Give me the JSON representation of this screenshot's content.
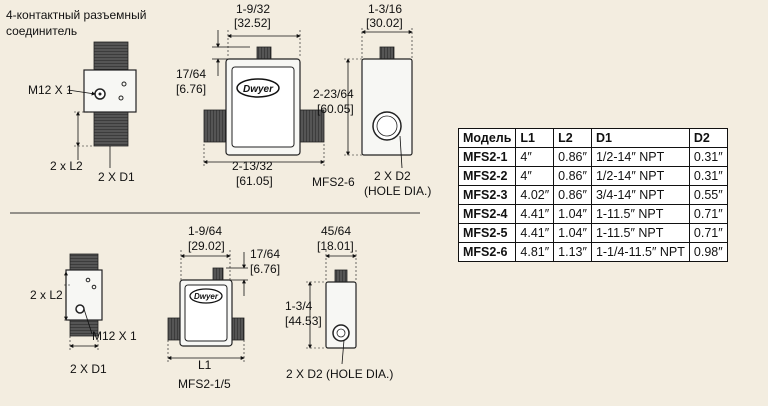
{
  "top_caption": [
    "4-контактный разъемный",
    "соединитель"
  ],
  "fig_top_left": {
    "m12": "M12 X 1",
    "l2": "2 x L2",
    "d1": "2 X D1"
  },
  "fig_top_mid": {
    "width_frac": "1-9/32",
    "width_mm": "[32.52]",
    "conn_frac": "17/64",
    "conn_mm": "[6.76]",
    "len_frac": "2-13/32",
    "len_mm": "[61.05]",
    "model": "MFS2-6",
    "logo": "Dwyer"
  },
  "fig_top_right": {
    "width_frac": "1-3/16",
    "width_mm": "[30.02]",
    "height_frac": "2-23/64",
    "height_mm": "[60.05]",
    "d2_a": "2 X D2",
    "d2_b": "(HOLE DIA.)"
  },
  "fig_bot_left": {
    "l2": "2 x L2",
    "m12": "M12 X 1",
    "d1": "2 X D1"
  },
  "fig_bot_mid": {
    "width_frac": "1-9/64",
    "width_mm": "[29.02]",
    "conn_frac": "17/64",
    "conn_mm": "[6.76]",
    "l1": "L1",
    "model": "MFS2-1/5",
    "logo": "Dwyer"
  },
  "fig_bot_right": {
    "width_frac": "45/64",
    "width_mm": "[18.01]",
    "height_frac": "1-3/4",
    "height_mm": "[44.53]",
    "d2": "2 X D2 (HOLE DIA.)"
  },
  "table": {
    "headers": [
      "Модель",
      "L1",
      "L2",
      "D1",
      "D2"
    ],
    "rows": [
      [
        "MFS2-1",
        "4″",
        "0.86″",
        "1/2-14″ NPT",
        "0.31″"
      ],
      [
        "MFS2-2",
        "4″",
        "0.86″",
        "1/2-14″ NPT",
        "0.31″"
      ],
      [
        "MFS2-3",
        "4.02″",
        "0.86″",
        "3/4-14″ NPT",
        "0.55″"
      ],
      [
        "MFS2-4",
        "4.41″",
        "1.04″",
        "1-11.5″ NPT",
        "0.71″"
      ],
      [
        "MFS2-5",
        "4.41″",
        "1.04″",
        "1-11.5″ NPT",
        "0.71″"
      ],
      [
        "MFS2-6",
        "4.81″",
        "1.13″",
        "1-1/4-11.5″ NPT",
        "0.98″"
      ]
    ]
  }
}
